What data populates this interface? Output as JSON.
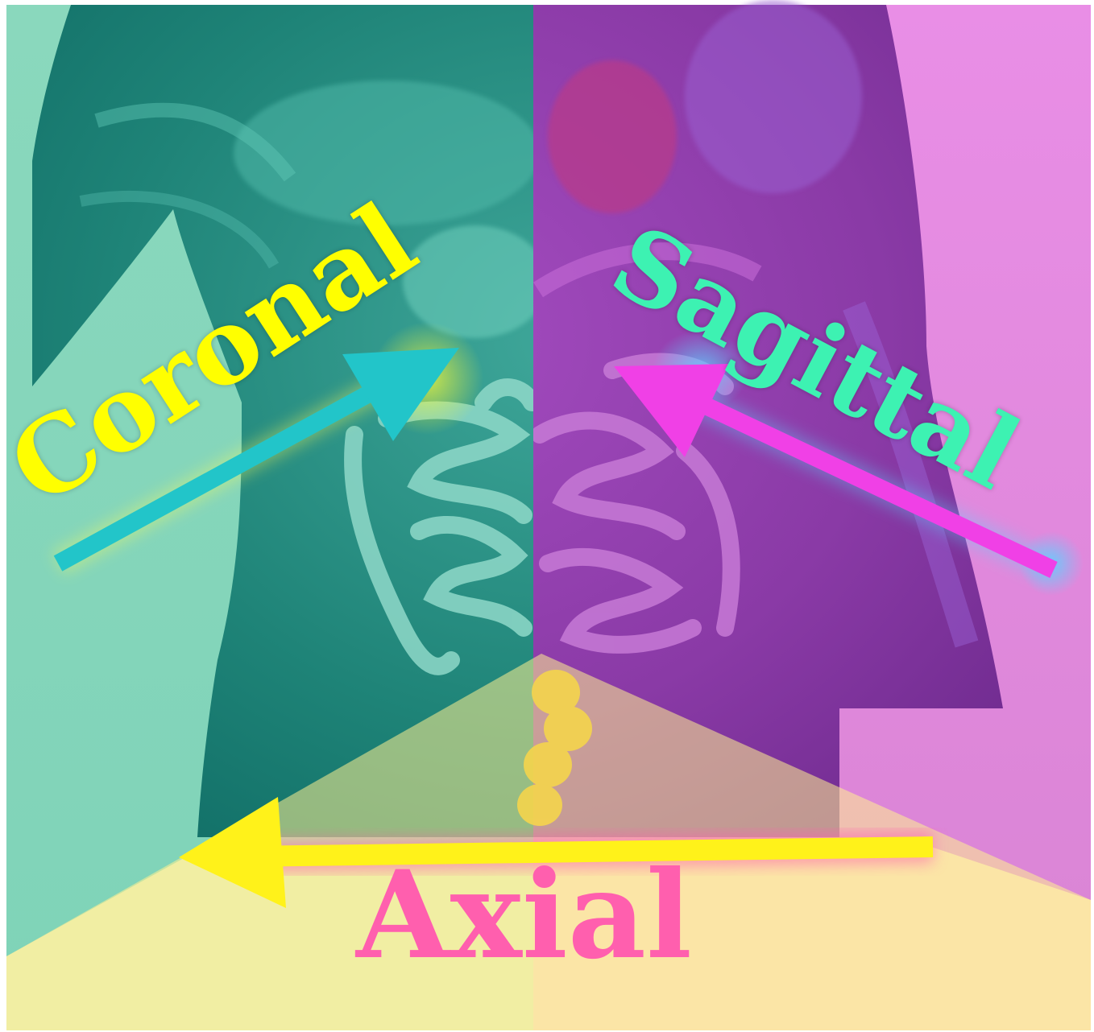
{
  "labels": {
    "coronal": "Coronal",
    "sagittal": "Sagittal",
    "axial": "Axial"
  },
  "colors": {
    "coronal_region": "#86d5b9",
    "sagittal_region": "#e58ae0",
    "axial_region": "#fff08f",
    "coronal_label": "#ffff00",
    "sagittal_label": "#3df2b2",
    "axial_label": "#ff5fae",
    "coronal_arrow": "#22c5c9",
    "sagittal_arrow": "#f040e6",
    "axial_arrow": "#fff21a"
  },
  "icons": {
    "torso": "abdominal-anatomy-icon",
    "intestines": "intestines-icon",
    "coronal_arrow": "arrow-up-right-icon",
    "sagittal_arrow": "arrow-up-left-icon",
    "axial_arrow": "arrow-left-icon"
  }
}
